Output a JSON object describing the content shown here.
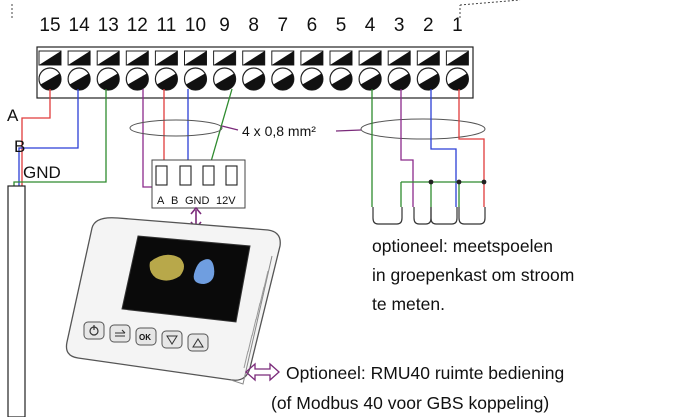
{
  "terminals": [
    "15",
    "14",
    "13",
    "12",
    "11",
    "10",
    "9",
    "8",
    "7",
    "6",
    "5",
    "4",
    "3",
    "2",
    "1"
  ],
  "signals": {
    "a": "A",
    "b": "B",
    "gnd": "GND"
  },
  "connector_labels": [
    "A",
    "B",
    "GND",
    "12V"
  ],
  "cable_spec": "4 x 0,8 mm²",
  "notes": {
    "coils": [
      "optioneel: meetspoelen",
      "in groepenkast om stroom",
      "te meten."
    ],
    "rmu": [
      "Optioneel: RMU40 ruimte bediening",
      "(of Modbus 40 voor GBS koppeling)"
    ]
  },
  "panel": {
    "buttons": [
      "power-icon",
      "return-icon",
      "OK",
      "down-triangle-icon",
      "up-triangle-icon"
    ],
    "ok_label": "OK"
  },
  "colors": {
    "a_wire": "#e03b3b",
    "b_wire": "#2b3fd6",
    "gnd_wire": "#2e8b2e",
    "v12_wire": "#8b2a8b"
  }
}
